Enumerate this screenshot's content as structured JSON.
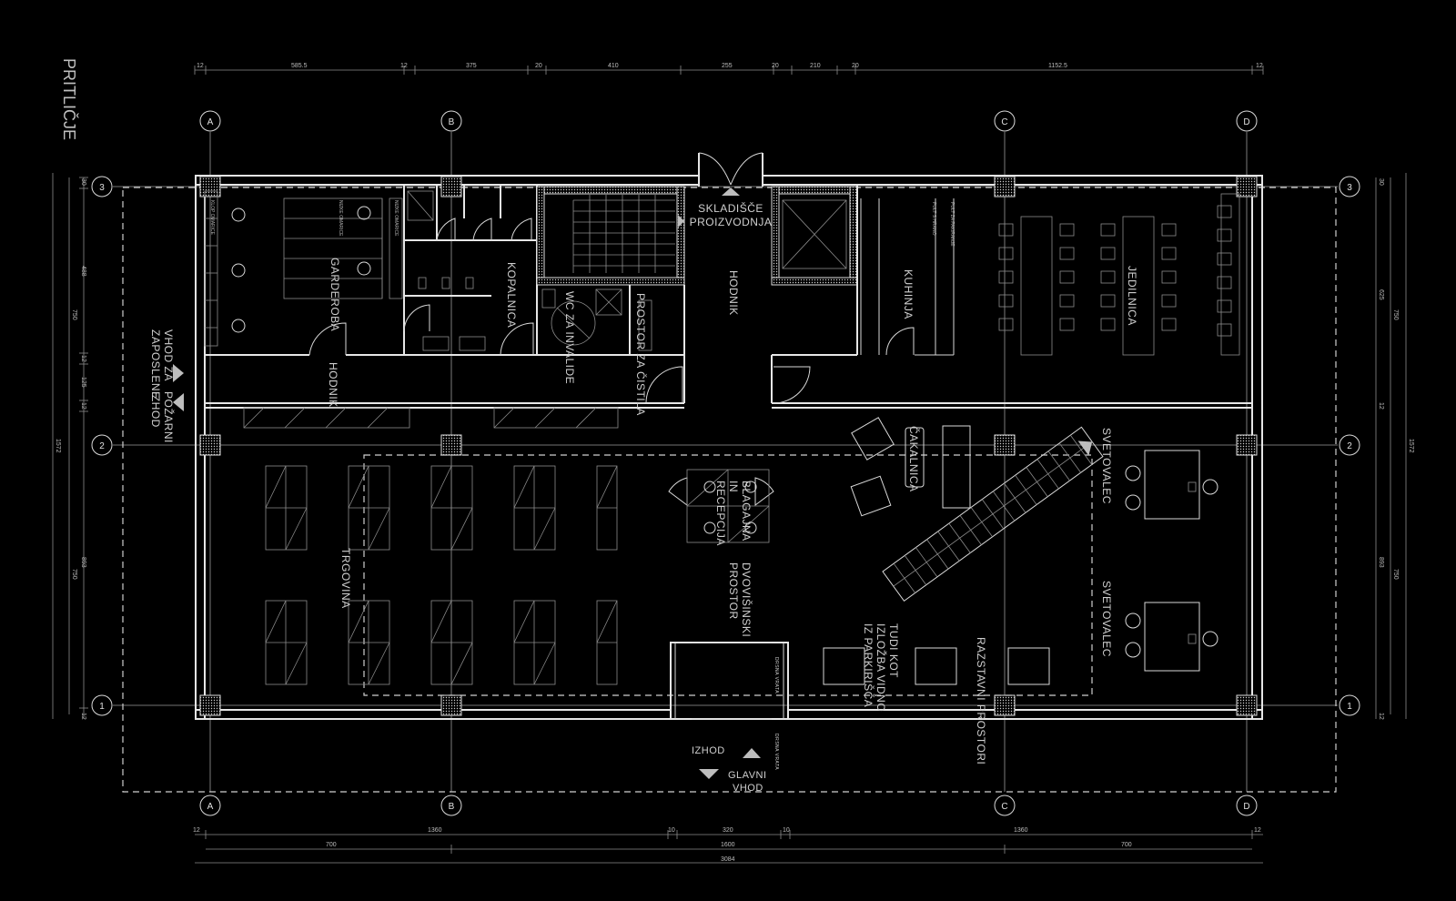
{
  "title": "PRITLIČJE",
  "axes": {
    "columns": [
      "A",
      "B",
      "C",
      "D"
    ],
    "rows": [
      "3",
      "2",
      "1"
    ]
  },
  "dims": {
    "top": [
      "12",
      "585.5",
      "12",
      "375",
      "20",
      "410",
      "255",
      "20",
      "210",
      "20",
      "1152.5",
      "12"
    ],
    "bottom1": [
      "12",
      "1360",
      "10",
      "320",
      "10",
      "1360",
      "12"
    ],
    "bottom2": [
      "700",
      "1600",
      "700"
    ],
    "bottom3": "3084",
    "left_outer": "1572",
    "left_inner": [
      "30",
      "488",
      "12",
      "125",
      "12",
      "893",
      "12"
    ],
    "left_mid": [
      "750",
      "750"
    ],
    "right_outer": "1572",
    "right_inner": [
      "30",
      "625",
      "12",
      "893",
      "12"
    ],
    "right_mid": [
      "750",
      "750"
    ]
  },
  "rooms": {
    "garderoba": "GARDEROBA",
    "hodnik_left": "HODNIK",
    "kopalnica": "KOPALNICA",
    "wc_invalide": "WC ZA INVALIDE",
    "prostor_cistila": "PROSTOR ZA ČISTILA",
    "skladisce_1": "SKLADIŠČE",
    "skladisce_2": "PROIZVODNJA",
    "hodnik_center": "HODNIK",
    "kuhinja": "KUHINJA",
    "jedilnica": "JEDILNICA",
    "cakalnica": "ČAKALNICA",
    "svetovalec_1": "SVETOVALEC",
    "svetovalec_2": "SVETOVALEC",
    "blagajna": "BLAGAJNA IN RECEPCIJA",
    "dvovisinski": "DVOVIŠINSKI PROSTOR",
    "trgovina": "TRGOVINA",
    "razstavni": "RAZSTAVNI PROSTORI",
    "tudi_kot": "TUDI KOT IZLOŽBA VIDNO IZ PARKIRIŠČA"
  },
  "entrances": {
    "vhod_zaposlene": "VHOD ZA ZAPOSLENE",
    "pozarni_izhod": "POŽARNI IZHOD",
    "izhod": "IZHOD",
    "glavni_vhod": "GLAVNI VHOD",
    "drsna_vrata_1": "DRSNA VRATA",
    "drsna_vrata_2": "DRSNA VRATA"
  },
  "fixtures": {
    "pult_zapisovanje": "PULT ZA PAKIRANJE",
    "pult_s_hrano": "PULT S HRANO",
    "klop_omarice": "KLOP OMARICE",
    "omarica_1": "NIZKE OMARICE"
  }
}
